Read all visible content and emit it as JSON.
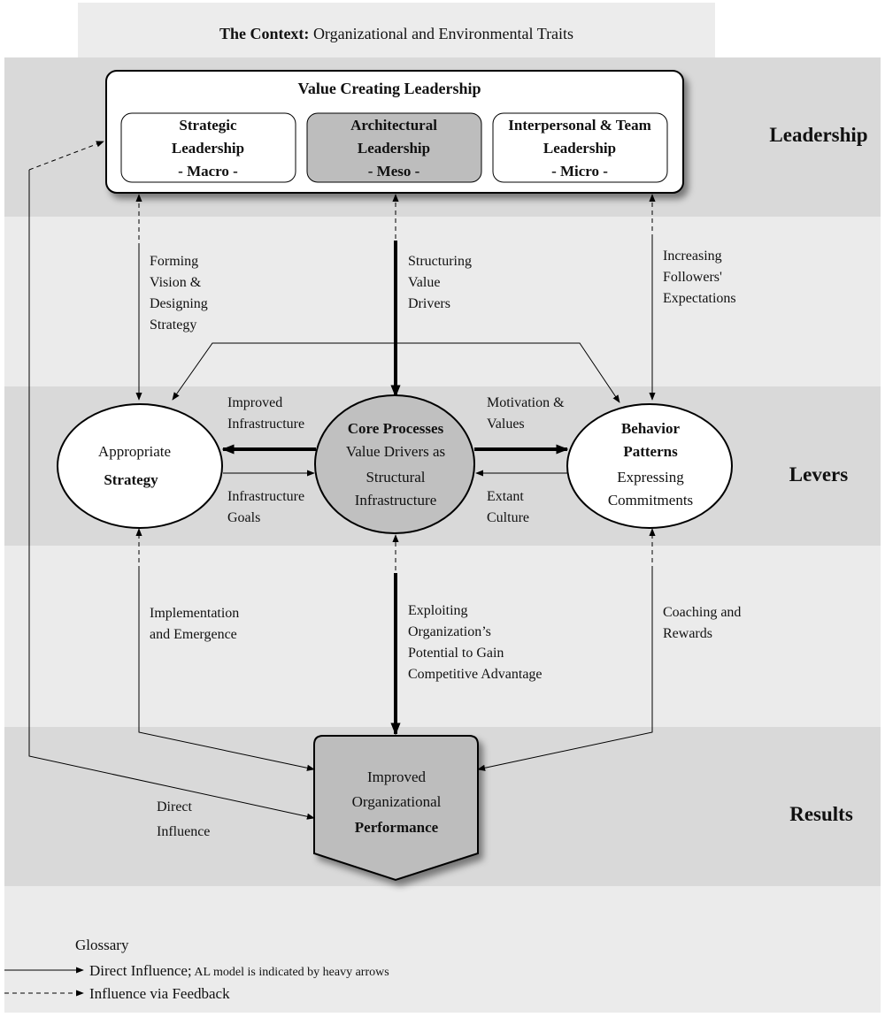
{
  "context": {
    "bold": "The Context:",
    "rest": " Organizational and Environmental Traits"
  },
  "bands": {
    "leadership": "Leadership",
    "levers": "Levers",
    "results": "Results"
  },
  "vcl": {
    "title": "Value Creating Leadership",
    "strategic": [
      "Strategic",
      "Leadership",
      "- Macro -"
    ],
    "architectural": [
      "Architectural",
      "Leadership",
      "- Meso -"
    ],
    "interpersonal": [
      "Interpersonal & Team",
      "Leadership",
      "- Micro -"
    ]
  },
  "levers": {
    "strategy": [
      "Appropriate",
      "Strategy"
    ],
    "core": [
      "Core Processes",
      "Value Drivers as",
      "Structural",
      "Infrastructure"
    ],
    "behavior": [
      "Behavior",
      "Patterns",
      "Expressing",
      "Commitments"
    ]
  },
  "results": {
    "box": [
      "Improved",
      "Organizational",
      "Performance"
    ]
  },
  "labels": {
    "forming": [
      "Forming",
      "Vision &",
      "Designing",
      "Strategy"
    ],
    "structuring": [
      "Structuring",
      "Value",
      "Drivers"
    ],
    "increasing": [
      "Increasing",
      "Followers'",
      "Expectations"
    ],
    "improved_infra": [
      "Improved",
      "Infrastructure"
    ],
    "infra_goals": [
      "Infrastructure",
      "Goals"
    ],
    "motivation": [
      "Motivation &",
      "Values"
    ],
    "extant": [
      "Extant",
      "Culture"
    ],
    "implementation": [
      "Implementation",
      "and Emergence"
    ],
    "exploiting": [
      "Exploiting",
      "Organization’s",
      "Potential to Gain",
      "Competitive Advantage"
    ],
    "coaching": [
      "Coaching and",
      "Rewards"
    ],
    "direct": [
      "Direct",
      "Influence"
    ]
  },
  "glossary": {
    "title": "Glossary",
    "direct": "Direct Influence;",
    "direct_note": " AL model is indicated by heavy arrows",
    "feedback": "Influence via Feedback"
  }
}
